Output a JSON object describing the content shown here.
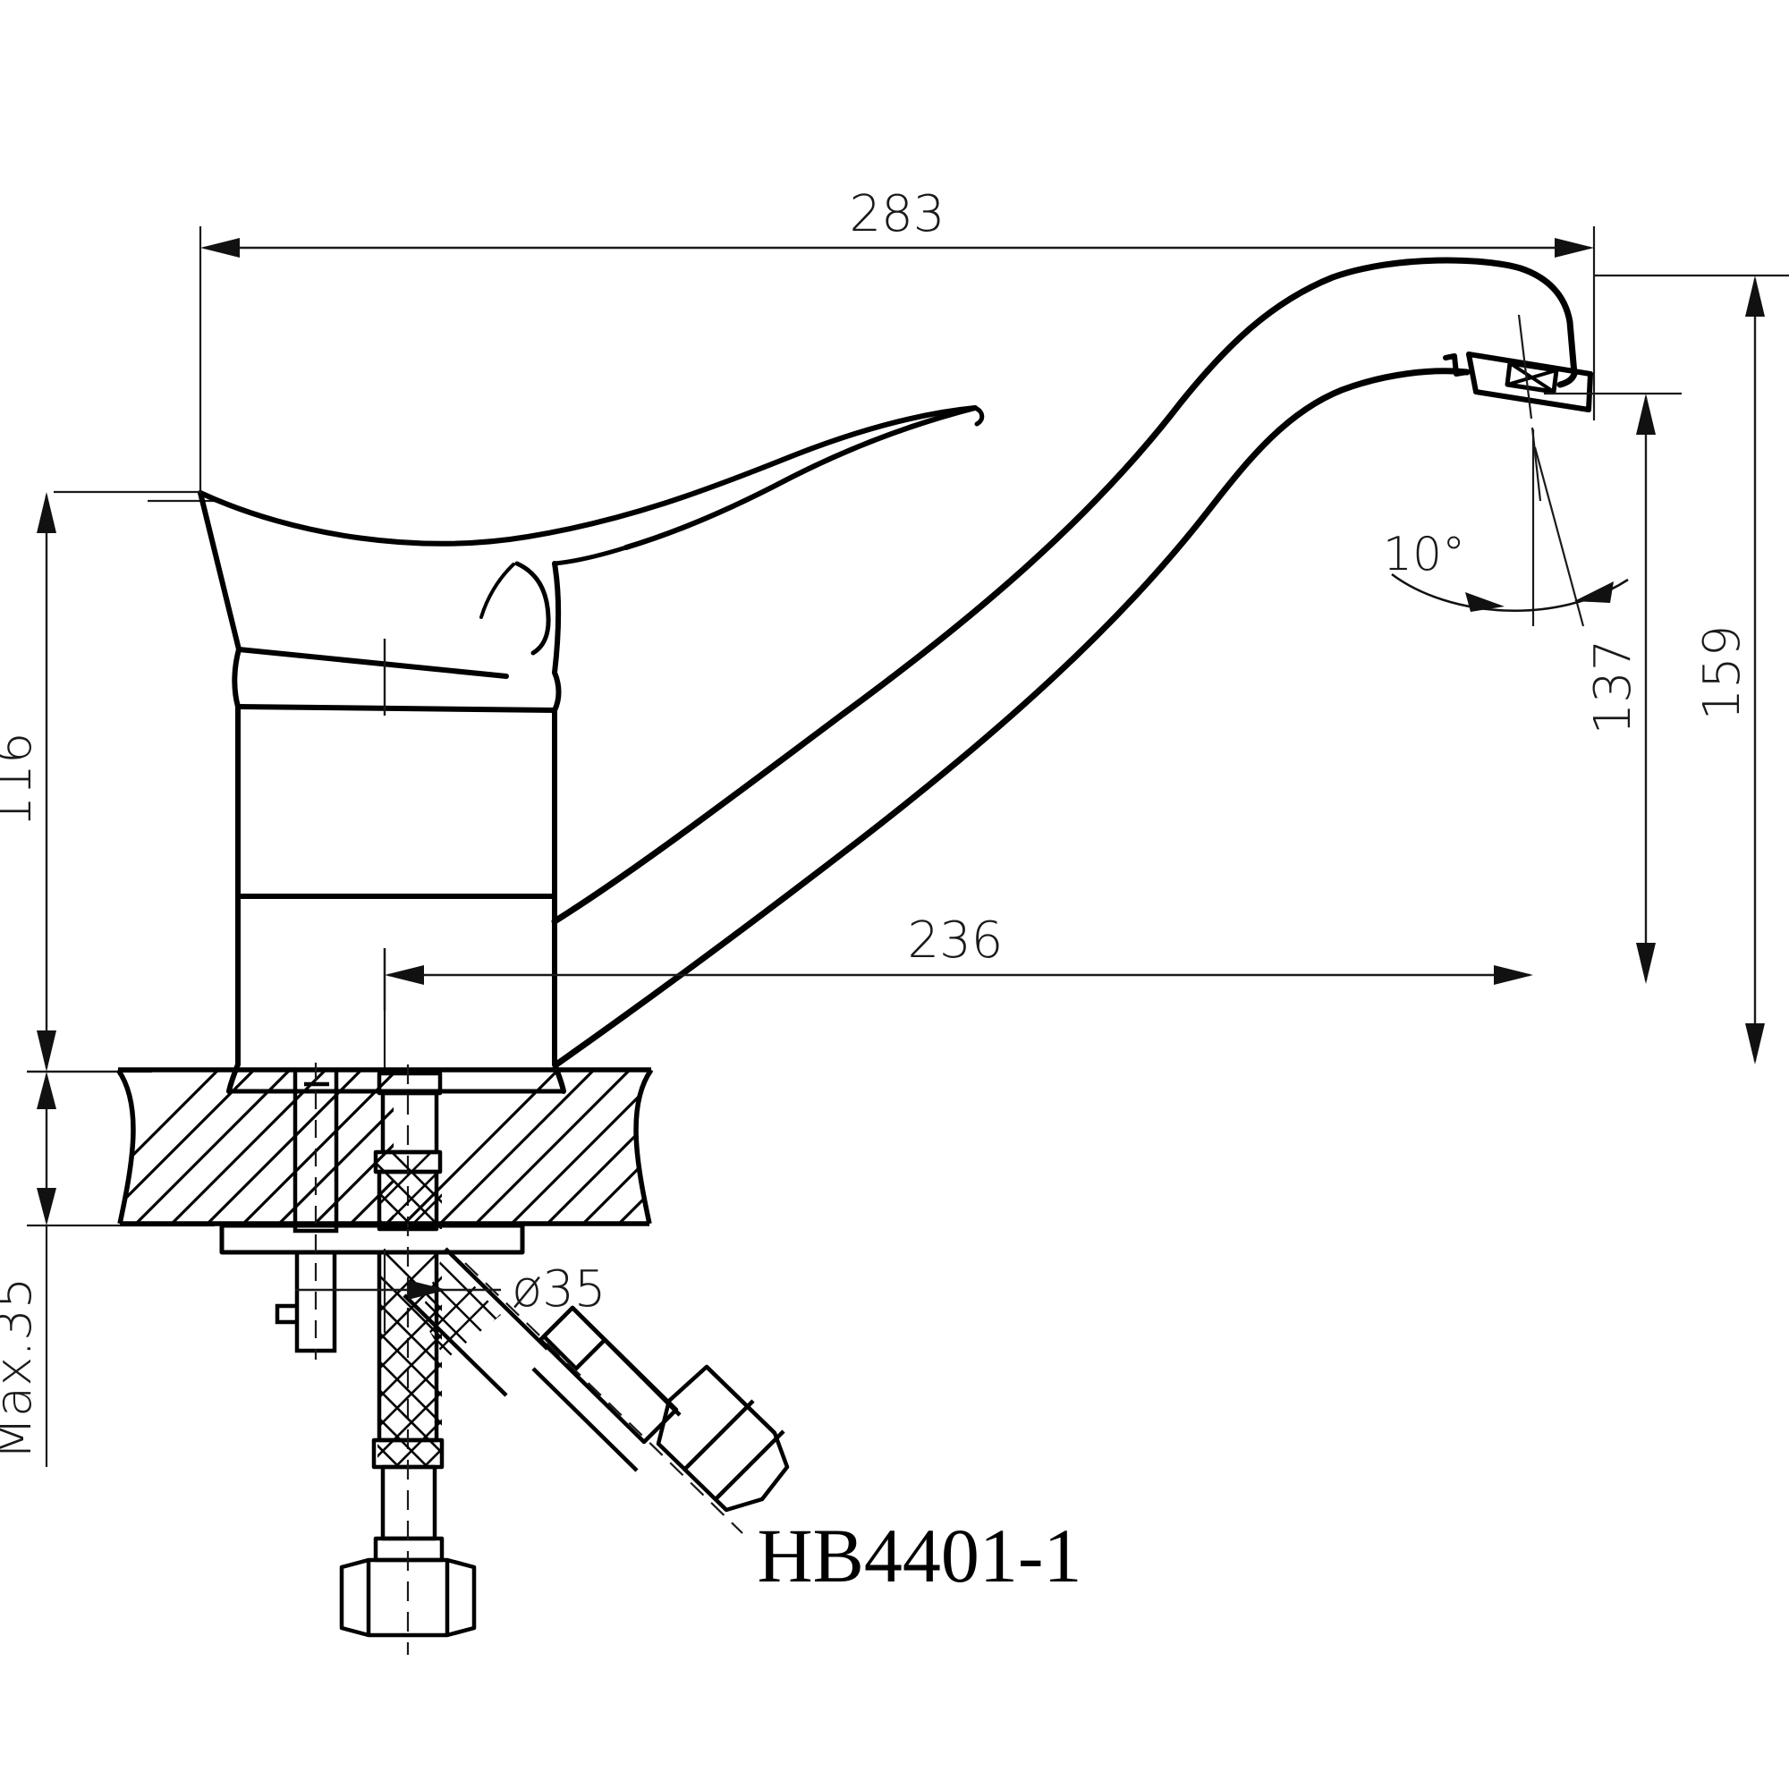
{
  "drawing": {
    "title_block": {
      "model_number": "HB4401-1"
    },
    "dimensions": {
      "overall_length": "283",
      "spout_reach": "236",
      "body_height": "116",
      "spout_height_aerator": "137",
      "spout_height_total": "159",
      "mounting_hole_diameter": "ø35",
      "deck_thickness": "Max.35",
      "aerator_angle": "10°"
    },
    "labels": {
      "overall_length_label": "283",
      "spout_reach_label": "236",
      "body_height_label": "116",
      "aerator_height_label": "137",
      "total_height_label": "159",
      "hole_diameter_label": "ø35",
      "deck_thickness_label": "Max.35",
      "angle_label": "10°"
    },
    "colors": {
      "line": "#000000",
      "dim_line": "#1a1a1a",
      "background": "#ffffff"
    }
  }
}
